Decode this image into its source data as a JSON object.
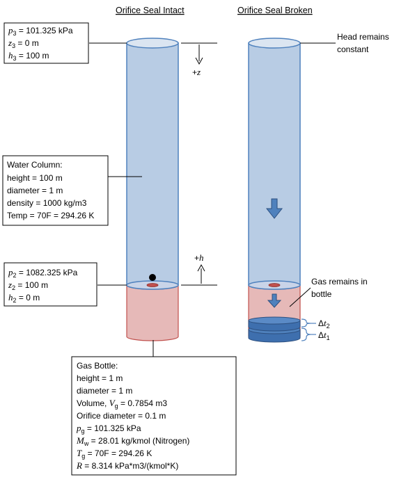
{
  "titles": {
    "intact": "Orifice Seal Intact",
    "broken": "Orifice Seal Broken"
  },
  "box_top": {
    "line1": {
      "sym": "p",
      "sub": "3",
      "val": " = 101.325  kPa"
    },
    "line2": {
      "sym": "z",
      "sub": "3",
      "val": " = 0 m"
    },
    "line3": {
      "sym": "h",
      "sub": "3",
      "val": " = 100  m"
    }
  },
  "box_water": {
    "title": "Water Column:",
    "lines": [
      "height = 100  m",
      "diameter = 1 m",
      "density = 1000  kg/m3",
      "Temp = 70F = 294.26  K"
    ]
  },
  "box_mid": {
    "line1": {
      "sym": "p",
      "sub": "2",
      "val": " = 1082.325  kPa"
    },
    "line2": {
      "sym": "z",
      "sub": "2",
      "val": " = 100  m"
    },
    "line3": {
      "sym": "h",
      "sub": "2",
      "val": " = 0 m"
    }
  },
  "box_gas": {
    "title": "Gas Bottle:",
    "line_height": "height = 1 m",
    "line_diameter": "diameter = 1 m",
    "volume": {
      "pre": "Volume, ",
      "sym": "V",
      "sub": "g",
      "val": " = 0.7854  m3"
    },
    "line_orifice": "Orifice diameter = 0.1 m",
    "pg": {
      "sym": "p",
      "sub": "g",
      "val": " = 101.325  kPa"
    },
    "mw": {
      "sym": "M",
      "sub": "w",
      "val": " = 28.01  kg/kmol (Nitrogen)"
    },
    "tg": {
      "sym": "T",
      "sub": "g",
      "val": " = 70F = 294.26  K"
    },
    "r": {
      "sym": "R",
      "val": " = 8.314  kPa*m3/(kmol*K)"
    }
  },
  "annotations": {
    "plus_z": {
      "sign": "+",
      "sym": "z"
    },
    "plus_h": {
      "sign": "+",
      "sym": "h"
    },
    "head_line1": "Head remains",
    "head_line2": "constant",
    "gas_line1": "Gas remains in",
    "gas_line2": "bottle",
    "dt2": {
      "pre": "Δ",
      "sym": "t",
      "sub": "2"
    },
    "dt1": {
      "pre": "Δ",
      "sym": "t",
      "sub": "1"
    }
  },
  "colors": {
    "water_fill": "#b8cce4",
    "water_stroke": "#4f81bd",
    "gas_fill": "#e6b9b8",
    "gas_stroke": "#c0504d",
    "arrow_fill": "#4f81bd",
    "dark_blue": "#3e6fae",
    "orifice": "#c0504d"
  }
}
